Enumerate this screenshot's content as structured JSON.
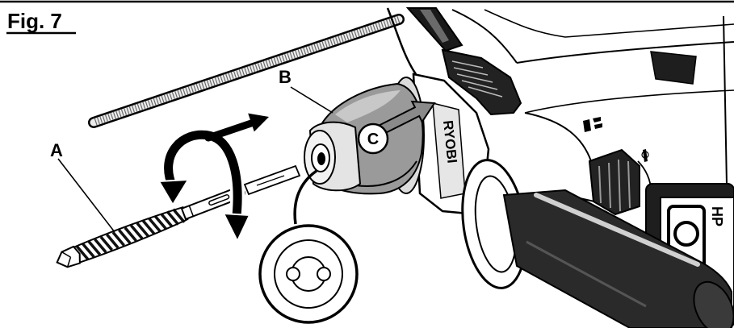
{
  "figure": {
    "label": "Fig. 7"
  },
  "callouts": {
    "a": "A",
    "b": "B",
    "c": "C"
  },
  "logos": {
    "tool_brand": "RYOBI",
    "battery_badge": "HP"
  },
  "colors": {
    "ink": "#000000",
    "chuck_gray": "#9a9a9a",
    "arrow_gray": "#8a8a8a",
    "paper": "#ffffff"
  }
}
